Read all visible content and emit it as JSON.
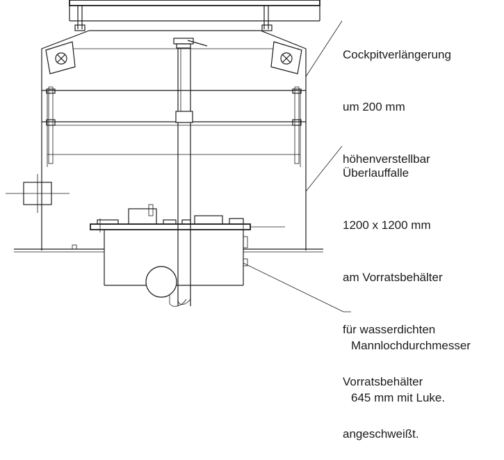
{
  "callouts": {
    "cockpit": {
      "lines": [
        "Cockpitverlängerung",
        "um 200 mm",
        "höhenverstellbar"
      ]
    },
    "overflow": {
      "lines": [
        "Überlauffalle",
        "1200 x 1200 mm",
        "am Vorratsbehälter",
        "für wasserdichten",
        "Vorratsbehälter",
        "angeschweißt."
      ]
    },
    "manhole": {
      "lines": [
        "Mannlochdurchmesser",
        "645 mm mit Luke."
      ]
    }
  }
}
